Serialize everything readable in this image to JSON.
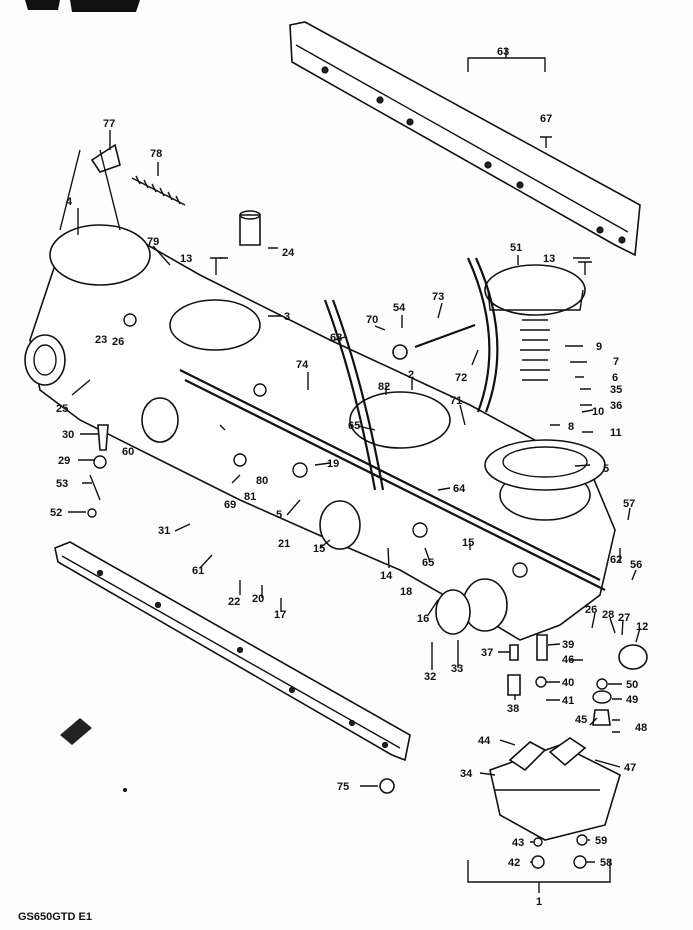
{
  "diagram": {
    "header_mark": "",
    "footer_code": "GS650GTD E1",
    "callouts": [
      {
        "id": "c63",
        "text": "63"
      },
      {
        "id": "c67",
        "text": "67"
      },
      {
        "id": "c77",
        "text": "77"
      },
      {
        "id": "c78",
        "text": "78"
      },
      {
        "id": "c4",
        "text": "4"
      },
      {
        "id": "c79",
        "text": "79"
      },
      {
        "id": "c13a",
        "text": "13"
      },
      {
        "id": "c24",
        "text": "24"
      },
      {
        "id": "c51",
        "text": "51"
      },
      {
        "id": "c13b",
        "text": "13"
      },
      {
        "id": "c3",
        "text": "3"
      },
      {
        "id": "c23",
        "text": "23"
      },
      {
        "id": "c26a",
        "text": "26"
      },
      {
        "id": "c70",
        "text": "70"
      },
      {
        "id": "c54",
        "text": "54"
      },
      {
        "id": "c73",
        "text": "73"
      },
      {
        "id": "c68",
        "text": "68"
      },
      {
        "id": "c9",
        "text": "9"
      },
      {
        "id": "c7",
        "text": "7"
      },
      {
        "id": "c6",
        "text": "6"
      },
      {
        "id": "c35",
        "text": "35"
      },
      {
        "id": "c36",
        "text": "36"
      },
      {
        "id": "c74",
        "text": "74"
      },
      {
        "id": "c82",
        "text": "82"
      },
      {
        "id": "c2",
        "text": "2"
      },
      {
        "id": "c72",
        "text": "72"
      },
      {
        "id": "c10",
        "text": "10"
      },
      {
        "id": "c25",
        "text": "25"
      },
      {
        "id": "c65a",
        "text": "65"
      },
      {
        "id": "c71",
        "text": "71"
      },
      {
        "id": "c8",
        "text": "8"
      },
      {
        "id": "c11",
        "text": "11"
      },
      {
        "id": "c30",
        "text": "30"
      },
      {
        "id": "c60",
        "text": "60"
      },
      {
        "id": "c29",
        "text": "29"
      },
      {
        "id": "c19",
        "text": "19"
      },
      {
        "id": "c5a",
        "text": "5"
      },
      {
        "id": "c80",
        "text": "80"
      },
      {
        "id": "c53",
        "text": "53"
      },
      {
        "id": "c69",
        "text": "69"
      },
      {
        "id": "c81",
        "text": "81"
      },
      {
        "id": "c5b",
        "text": "5"
      },
      {
        "id": "c64",
        "text": "64"
      },
      {
        "id": "c57",
        "text": "57"
      },
      {
        "id": "c52",
        "text": "52"
      },
      {
        "id": "c31",
        "text": "31"
      },
      {
        "id": "c21",
        "text": "21"
      },
      {
        "id": "c15a",
        "text": "15"
      },
      {
        "id": "c15b",
        "text": "15"
      },
      {
        "id": "c62",
        "text": "62"
      },
      {
        "id": "c56",
        "text": "56"
      },
      {
        "id": "c14",
        "text": "14"
      },
      {
        "id": "c65b",
        "text": "65"
      },
      {
        "id": "c61",
        "text": "61"
      },
      {
        "id": "c18",
        "text": "18"
      },
      {
        "id": "c22",
        "text": "22"
      },
      {
        "id": "c20",
        "text": "20"
      },
      {
        "id": "c16",
        "text": "16"
      },
      {
        "id": "c26b",
        "text": "26"
      },
      {
        "id": "c28",
        "text": "28"
      },
      {
        "id": "c27",
        "text": "27"
      },
      {
        "id": "c12",
        "text": "12"
      },
      {
        "id": "c17",
        "text": "17"
      },
      {
        "id": "c39",
        "text": "39"
      },
      {
        "id": "c33",
        "text": "33"
      },
      {
        "id": "c37",
        "text": "37"
      },
      {
        "id": "c46",
        "text": "46"
      },
      {
        "id": "c32",
        "text": "32"
      },
      {
        "id": "c40",
        "text": "40"
      },
      {
        "id": "c50",
        "text": "50"
      },
      {
        "id": "c41",
        "text": "41"
      },
      {
        "id": "c49",
        "text": "49"
      },
      {
        "id": "c38",
        "text": "38"
      },
      {
        "id": "c45",
        "text": "45"
      },
      {
        "id": "c48",
        "text": "48"
      },
      {
        "id": "c44",
        "text": "44"
      },
      {
        "id": "c47",
        "text": "47"
      },
      {
        "id": "c34",
        "text": "34"
      },
      {
        "id": "c75",
        "text": "75"
      },
      {
        "id": "c43",
        "text": "43"
      },
      {
        "id": "c59",
        "text": "59"
      },
      {
        "id": "c42",
        "text": "42"
      },
      {
        "id": "c58",
        "text": "58"
      },
      {
        "id": "c1",
        "text": "1"
      }
    ]
  }
}
